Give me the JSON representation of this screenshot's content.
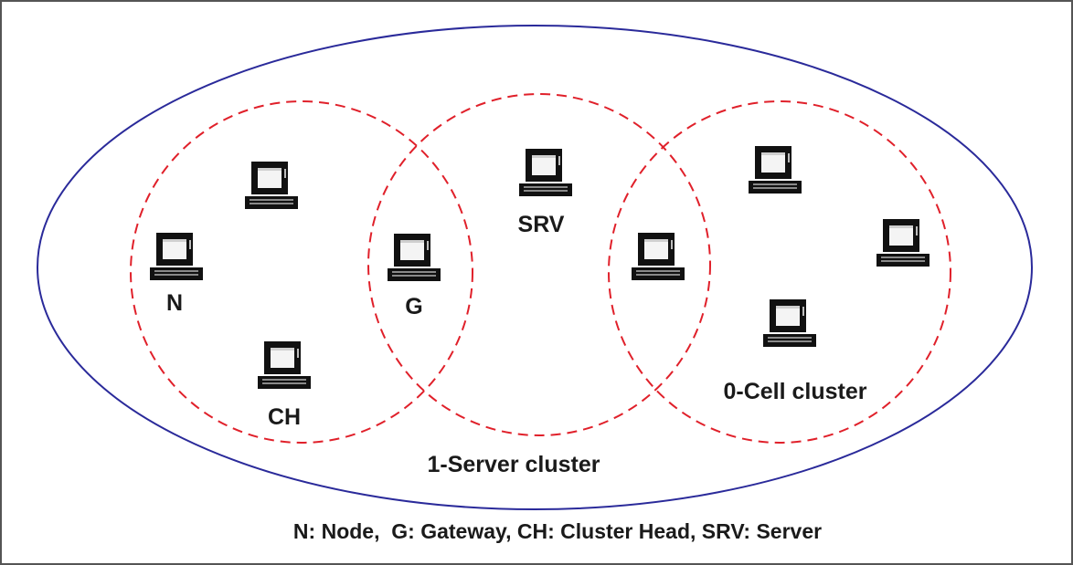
{
  "diagram": {
    "frame_color": "#555555",
    "network_boundary_color": "#2a2a9a",
    "cluster_boundary_color": "#e0202a",
    "nodes": [
      {
        "id": "n1",
        "label": "",
        "icon": "laptop-icon"
      },
      {
        "id": "n2",
        "label": "N",
        "icon": "laptop-icon"
      },
      {
        "id": "n3",
        "label": "CH",
        "icon": "laptop-icon"
      },
      {
        "id": "n4",
        "label": "G",
        "icon": "laptop-icon"
      },
      {
        "id": "n5",
        "label": "SRV",
        "icon": "laptop-icon"
      },
      {
        "id": "n6",
        "label": "",
        "icon": "laptop-icon"
      },
      {
        "id": "n7",
        "label": "",
        "icon": "laptop-icon"
      },
      {
        "id": "n8",
        "label": "",
        "icon": "laptop-icon"
      },
      {
        "id": "n9",
        "label": "",
        "icon": "laptop-icon"
      }
    ],
    "cluster_labels": {
      "server_cluster": "1-Server cluster",
      "cell_cluster": "0-Cell cluster"
    },
    "legend": "N: Node,  G: Gateway, CH: Cluster Head, SRV: Server"
  }
}
